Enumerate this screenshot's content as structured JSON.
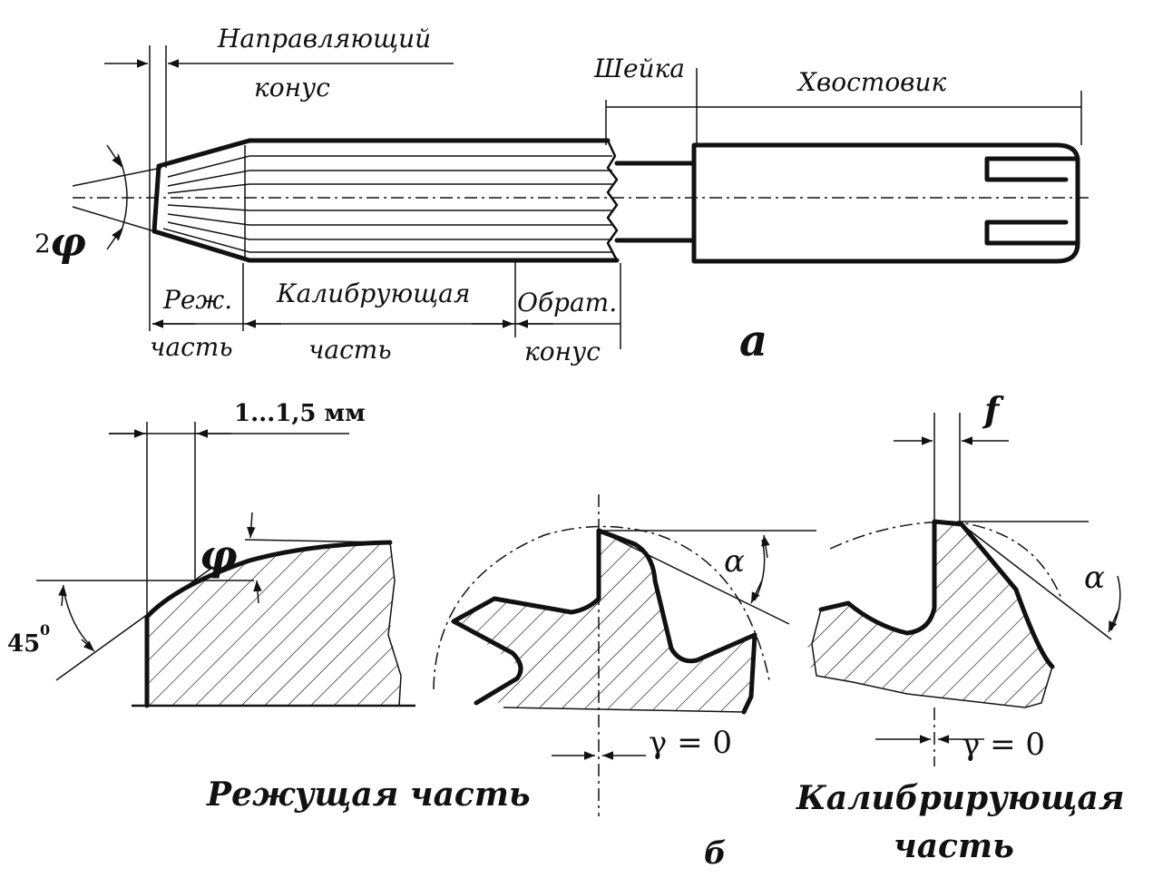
{
  "labels": {
    "guide_cone_1": "Направляющий",
    "guide_cone_2": "конус",
    "neck": "Шейка",
    "shank": "Хвостовик",
    "two_phi_num": "2",
    "two_phi_sym": "φ",
    "cut_part_1": "Реж.",
    "cut_part_2": "часть",
    "calib_part_1": "Калибрующая",
    "calib_part_2": "часть",
    "back_cone_1": "Обрат.",
    "back_cone_2": "конус",
    "fig_a": "а",
    "dim_chamfer": "1...1,5 мм",
    "phi": "φ",
    "angle_45": "45",
    "angle_45_sup": "0",
    "alpha_1": "α",
    "gamma_1": "γ = 0",
    "caption_cutting": "Режущая  часть",
    "f": "f",
    "alpha_2": "α",
    "gamma_2": "γ = 0",
    "caption_calibrating_1": "Калибрирующая",
    "caption_calibrating_2": "часть",
    "fig_b": "б"
  }
}
